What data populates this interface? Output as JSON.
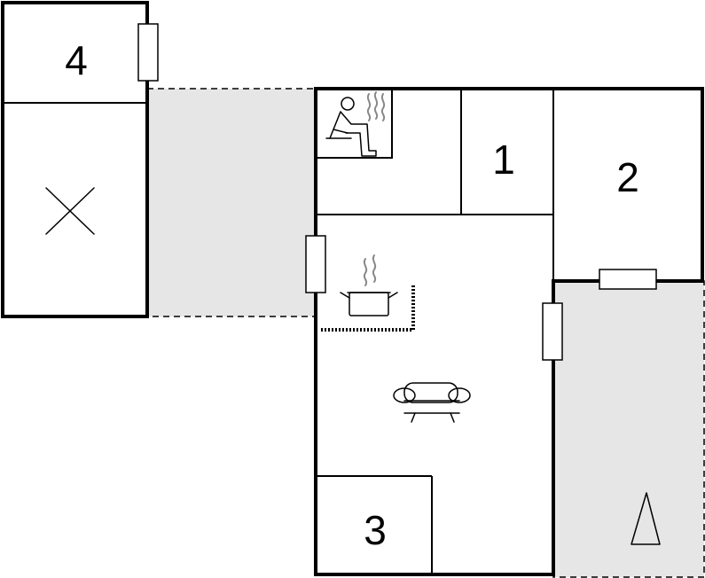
{
  "floorplan": {
    "rooms": {
      "room_4": {
        "label": "4"
      },
      "room_1": {
        "label": "1"
      },
      "room_2": {
        "label": "2"
      },
      "room_3": {
        "label": "3"
      }
    },
    "icons": {
      "sauna": "sauna-icon",
      "kitchen": "cooking-pot-icon",
      "living": "sofa-icon",
      "storage": "cross-icon",
      "tent": "tent-icon"
    },
    "colors": {
      "terrace": "#e6e6e6",
      "wall": "#000000"
    }
  }
}
